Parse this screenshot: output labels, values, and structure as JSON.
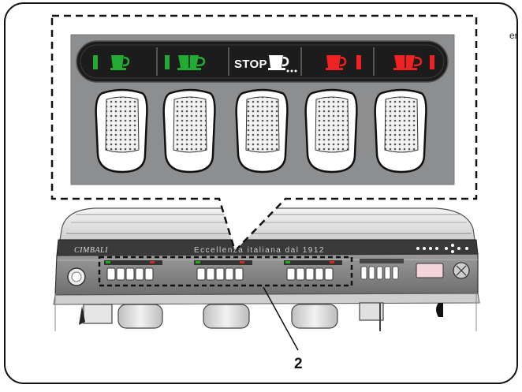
{
  "callout": {
    "number": "2"
  },
  "machine": {
    "brand": "CIMBALI",
    "slogan": "Eccellenza italiana dal 1912"
  },
  "keypad": {
    "keys": [
      {
        "label": "",
        "icon": "small-cup-icon",
        "color": "#22aa33"
      },
      {
        "label": "",
        "icon": "large-cup-icon",
        "color": "#22aa33"
      },
      {
        "label": "STOP",
        "icon": "continuous-dispense-icon",
        "color": "#ffffff"
      },
      {
        "label": "",
        "icon": "small-cup-icon",
        "color": "#ee2222"
      },
      {
        "label": "",
        "icon": "two-cups-icon",
        "color": "#ee2222"
      }
    ]
  },
  "edge_text": "er",
  "colors": {
    "green": "#22aa33",
    "red": "#ee2222",
    "panel_bg": "#8c8e90",
    "strip_bg": "#1c1c1c"
  }
}
